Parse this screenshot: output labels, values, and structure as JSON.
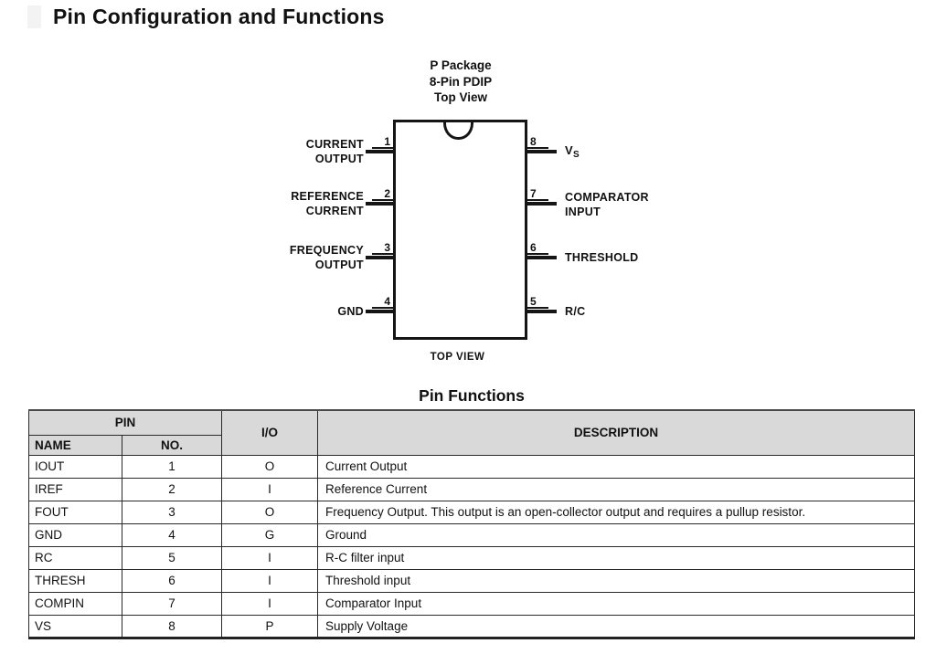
{
  "page": {
    "title": "Pin Configuration and Functions"
  },
  "package_diagram": {
    "header_line1": "P Package",
    "header_line2": "8-Pin PDIP",
    "header_line3": "Top View",
    "bottom_label": "TOP VIEW",
    "left_pins": [
      {
        "number": "1",
        "label1": "CURRENT",
        "label2": "OUTPUT"
      },
      {
        "number": "2",
        "label1": "REFERENCE",
        "label2": "CURRENT"
      },
      {
        "number": "3",
        "label1": "FREQUENCY",
        "label2": "OUTPUT"
      },
      {
        "number": "4",
        "label1": "GND"
      }
    ],
    "right_pins": [
      {
        "number": "8",
        "label_main": "V",
        "label_sub": "S"
      },
      {
        "number": "7",
        "label1": "COMPARATOR",
        "label2": "INPUT"
      },
      {
        "number": "6",
        "label1": "THRESHOLD"
      },
      {
        "number": "5",
        "label1": "R/C"
      }
    ]
  },
  "pin_table": {
    "title": "Pin Functions",
    "header": {
      "pin_group": "PIN",
      "name": "NAME",
      "no": "NO.",
      "io": "I/O",
      "description": "DESCRIPTION"
    },
    "rows": [
      {
        "name": "IOUT",
        "no": "1",
        "io": "O",
        "description": "Current Output"
      },
      {
        "name": "IREF",
        "no": "2",
        "io": "I",
        "description": "Reference Current"
      },
      {
        "name": "FOUT",
        "no": "3",
        "io": "O",
        "description": "Frequency Output. This output is an open-collector output and requires a pullup resistor."
      },
      {
        "name": "GND",
        "no": "4",
        "io": "G",
        "description": "Ground"
      },
      {
        "name": "RC",
        "no": "5",
        "io": "I",
        "description": "R-C filter input"
      },
      {
        "name": "THRESH",
        "no": "6",
        "io": "I",
        "description": "Threshold input"
      },
      {
        "name": "COMPIN",
        "no": "7",
        "io": "I",
        "description": "Comparator Input"
      },
      {
        "name": "VS",
        "no": "8",
        "io": "P",
        "description": "Supply Voltage"
      }
    ]
  },
  "colors": {
    "line": "#151515",
    "table_header_bg": "#d9d9d9",
    "text": "#111111"
  }
}
